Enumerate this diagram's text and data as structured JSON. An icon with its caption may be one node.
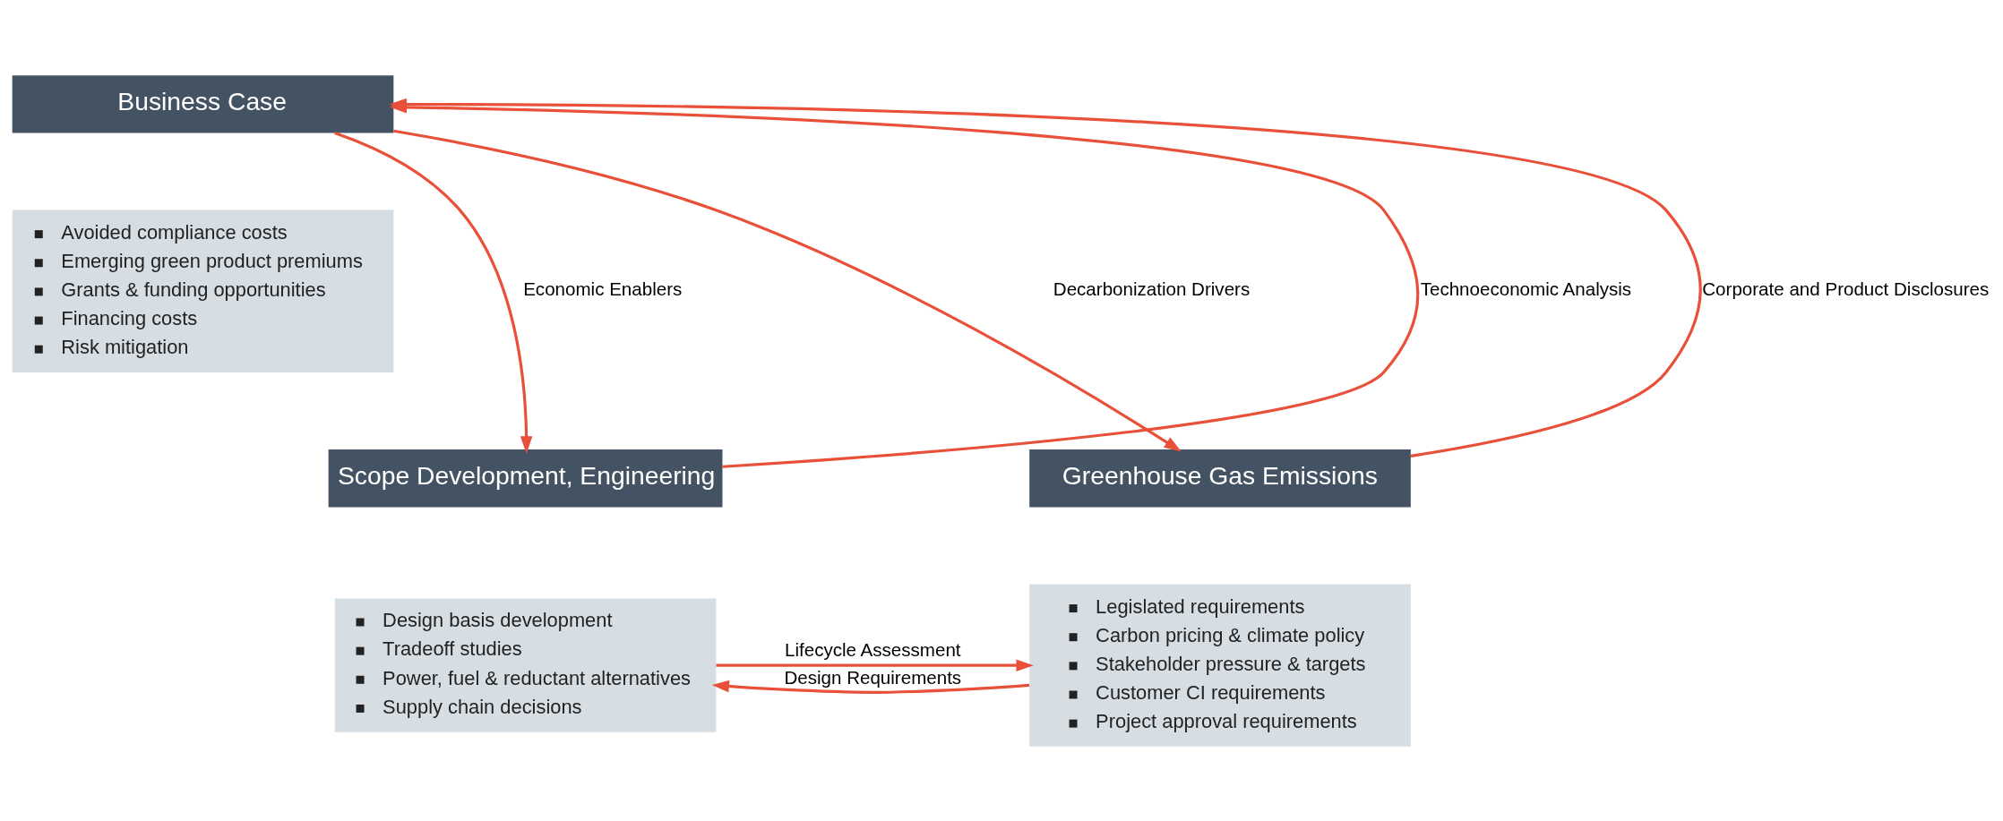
{
  "diagram": {
    "nodes": [
      {
        "text": [
          "Business Case"
        ]
      },
      {
        "text": [
          "Avoided compliance costs",
          "Emerging green product premiums",
          "Grants & funding opportunities",
          "Financing costs",
          "Risk mitigation"
        ]
      },
      {
        "text": [
          "Scope Development, Engineering"
        ]
      },
      {
        "text": [
          "Design basis development",
          "Tradeoff studies",
          "Power, fuel & reductant alternatives",
          "Supply chain decisions"
        ]
      },
      {
        "text": [
          "Greenhouse Gas Emissions"
        ]
      },
      {
        "text": [
          "Legislated requirements",
          "Carbon pricing & climate policy",
          "Stakeholder pressure & targets",
          "Customer CI requirements",
          "Project approval requirements"
        ]
      }
    ],
    "edges": [
      {
        "from": 0,
        "to": 2,
        "arrow": "to",
        "label": "Economic Enablers"
      },
      {
        "from": 2,
        "to": 0,
        "arrow": "to",
        "label": "Technoeconomic Analysis"
      },
      {
        "from": 4,
        "to": 0,
        "arrow": "to",
        "label": "Corporate and Product Disclosures"
      },
      {
        "from": 0,
        "to": 4,
        "arrow": "to",
        "label": "Decarbonization Drivers"
      },
      {
        "from": 5,
        "to": 3,
        "arrow": "to",
        "label": "Design Requirements"
      },
      {
        "from": 3,
        "to": 5,
        "arrow": "to",
        "label": "Lifecycle Assessment"
      }
    ]
  }
}
